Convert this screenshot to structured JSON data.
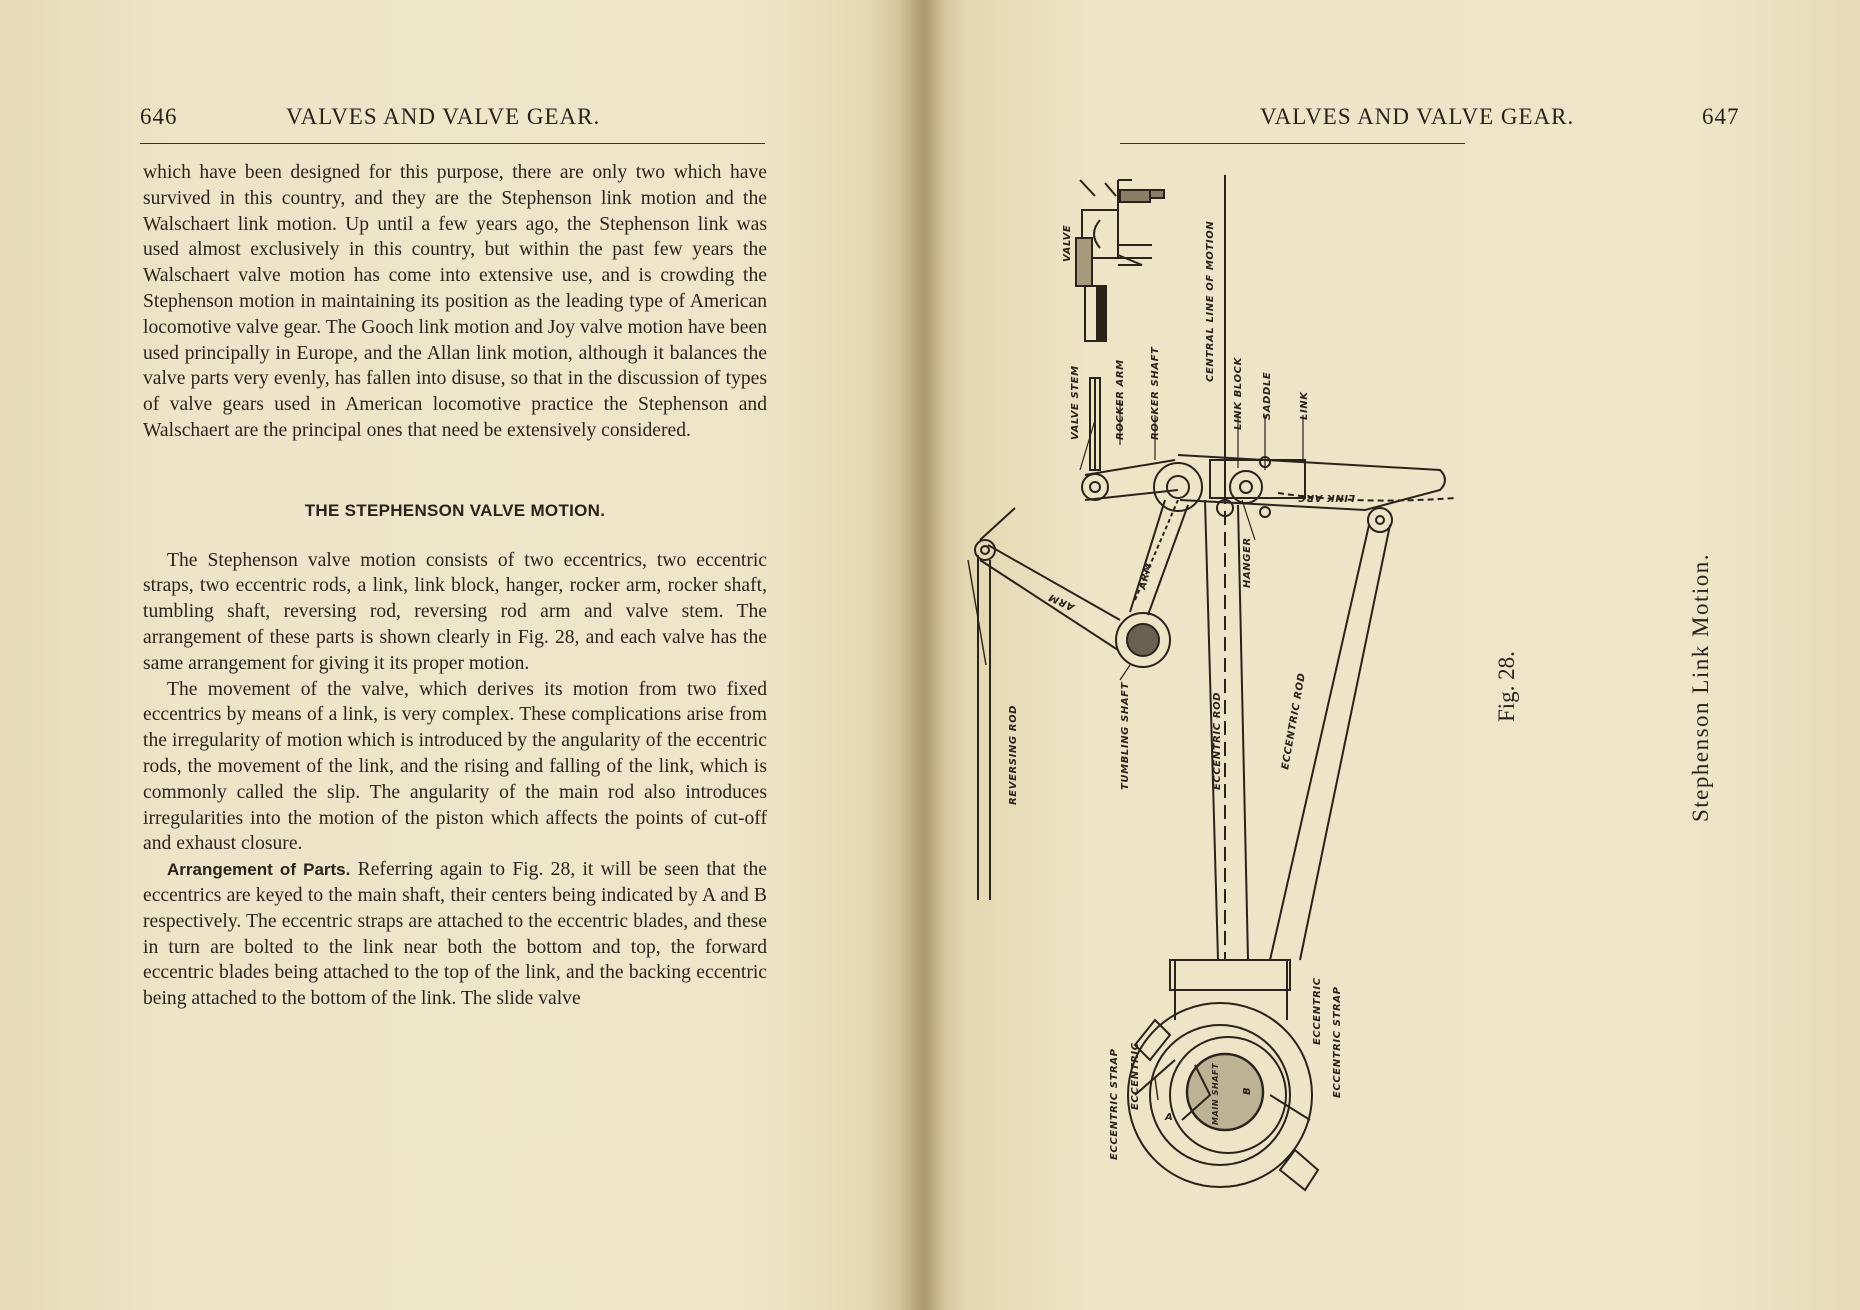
{
  "left_page": {
    "page_number": "646",
    "running_head": "VALVES AND VALVE GEAR.",
    "paragraph_1": "which have been designed for this purpose, there are only two which have survived in this country, and they are the Stephenson link motion and the Walschaert link motion. Up until a few years ago, the Stephenson link was used almost exclusively in this country, but within the past few years the Walschaert valve motion has come into extensive use, and is crowding the Stephenson motion in maintaining its position as the leading type of American locomotive valve gear. The Gooch link motion and Joy valve motion have been used principally in Europe, and the Allan link motion, although it balances the valve parts very evenly, has fallen into disuse, so that in the discussion of types of valve gears used in American locomotive practice the Stephenson and Walschaert are the principal ones that need be extensively considered.",
    "section_title": "THE STEPHENSON VALVE MOTION.",
    "paragraph_2": "The Stephenson valve motion consists of two eccentrics, two eccentric straps, two eccentric rods, a link, link block, hanger, rocker arm, rocker shaft, tumbling shaft, reversing rod, reversing rod arm and valve stem. The arrangement of these parts is shown clearly in Fig. 28, and each valve has the same arrangement for giving it its proper motion.",
    "paragraph_3": "The movement of the valve, which derives its motion from two fixed eccentrics by means of a link, is very complex. These complications arise from the irregularity of motion which is introduced by the angularity of the eccentric rods, the movement of the link, and the rising and falling of the link, which is commonly called the slip. The angularity of the main rod also introduces irregularities into the motion of the piston which affects the points of cut-off and exhaust closure.",
    "paragraph_4_heading": "Arrangement of Parts.",
    "paragraph_4": "Referring again to Fig. 28, it will be seen that the eccentrics are keyed to the main shaft, their centers being indicated by A and B respectively. The eccentric straps are attached to the eccentric blades, and these in turn are bolted to the link near both the bottom and top, the forward eccentric blades being attached to the top of the link, and the backing eccentric being attached to the bottom of the link. The slide valve"
  },
  "right_page": {
    "page_number": "647",
    "running_head": "VALVES AND VALVE GEAR.",
    "figure_number": "Fig. 28.",
    "figure_title": "Stephenson Link Motion.",
    "labels": {
      "valve": "VALVE",
      "valve_stem": "VALVE STEM",
      "rocker_arm": "ROCKER ARM",
      "rocker_shaft": "ROCKER SHAFT",
      "central_line": "CENTRAL LINE OF MOTION",
      "link_block": "LINK BLOCK",
      "saddle": "SADDLE",
      "link": "LINK",
      "link_arc": "LINK ARC",
      "hanger": "HANGER",
      "arm_upper": "ARM",
      "arm_lower": "ARM",
      "tumbling_shaft": "TUMBLING SHAFT",
      "reversing_rod": "REVERSING ROD",
      "eccentric_rod_1": "ECCENTRIC ROD",
      "eccentric_rod_2": "ECCENTRIC ROD",
      "eccentric_strap_left": "ECCENTRIC STRAP",
      "eccentric_left": "ECCENTRIC",
      "eccentric_right": "ECCENTRIC",
      "eccentric_strap_right": "ECCENTRIC STRAP",
      "main_shaft": "MAIN SHAFT",
      "point_a": "A",
      "point_b": "B"
    }
  }
}
